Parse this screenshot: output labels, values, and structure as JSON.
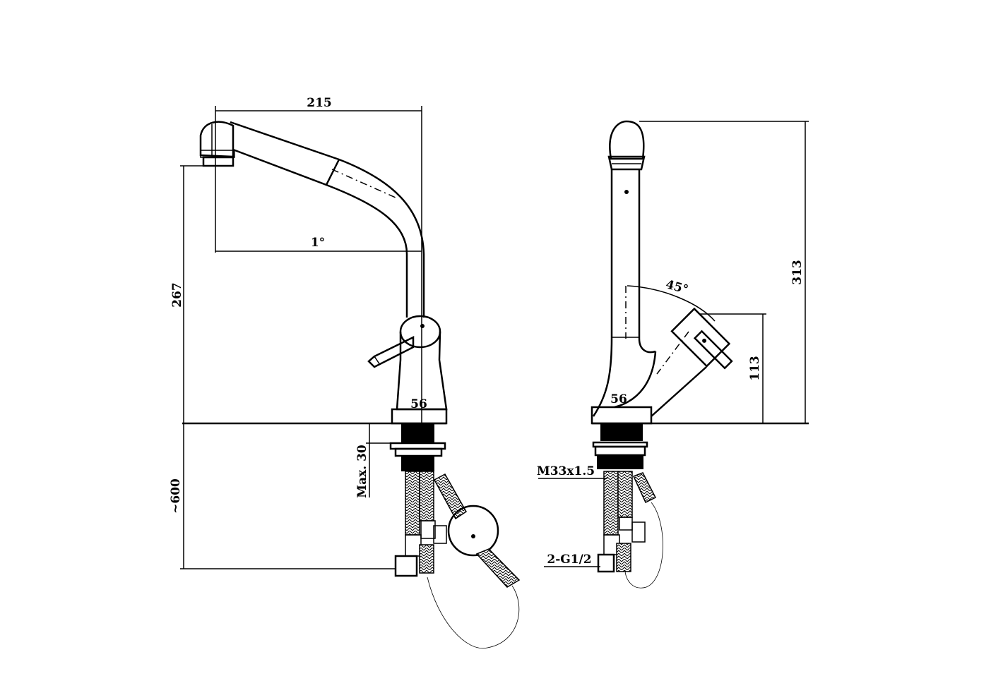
{
  "title": "Kitchen mixer tap dimension drawing",
  "side_view": {
    "dimensions": {
      "spout_reach": "215",
      "spout_angle": "1°",
      "outlet_height": "267",
      "base_diameter": "56",
      "max_deck_thickness": "Max. 30",
      "hose_length": "~600"
    }
  },
  "front_view": {
    "dimensions": {
      "total_height": "313",
      "lever_angle": "45°",
      "lever_height": "113",
      "base_diameter": "56",
      "thread": "M33x1.5",
      "connection": "2-G1/2"
    }
  }
}
